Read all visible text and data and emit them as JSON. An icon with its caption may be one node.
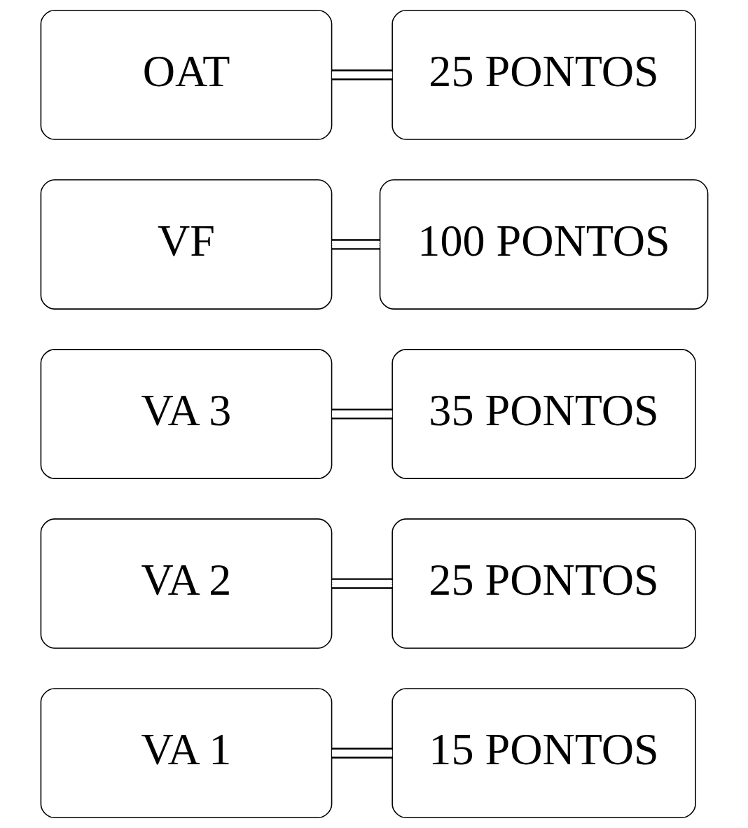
{
  "diagram": {
    "nodes": [
      {
        "text": [
          "VA 1"
        ]
      },
      {
        "text": [
          "15 PONTOS"
        ]
      },
      {
        "text": [
          "VA 2"
        ]
      },
      {
        "text": [
          "25 PONTOS"
        ]
      },
      {
        "text": [
          "VA 3"
        ]
      },
      {
        "text": [
          "35 PONTOS"
        ]
      },
      {
        "text": [
          "VF"
        ]
      },
      {
        "text": [
          "100 PONTOS"
        ]
      },
      {
        "text": [
          "OAT"
        ]
      },
      {
        "text": [
          "25 PONTOS"
        ]
      }
    ],
    "edges": [
      {
        "from": 0,
        "to": 1,
        "arrow": "none"
      },
      {
        "from": 2,
        "to": 3,
        "arrow": "none"
      },
      {
        "from": 4,
        "to": 5,
        "arrow": "none"
      },
      {
        "from": 6,
        "to": 7,
        "arrow": "none"
      },
      {
        "from": 8,
        "to": 9,
        "arrow": "none"
      }
    ]
  }
}
